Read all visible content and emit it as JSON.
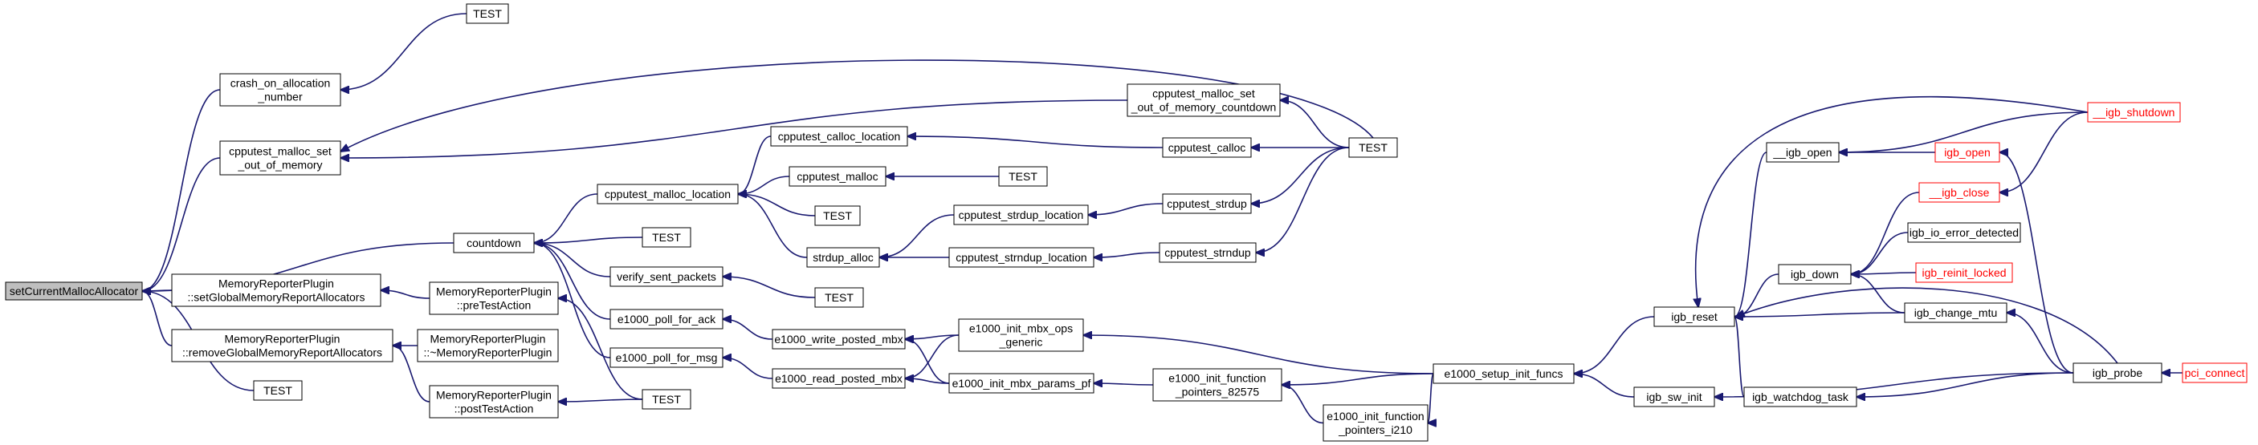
{
  "colors": {
    "edge": "#191970",
    "root_fill": "#bfbfbf",
    "truncated_border": "#ff0000",
    "node_border": "#000000"
  },
  "nodes": [
    {
      "id": "setCurrentMallocAllocator",
      "lines": [
        "setCurrentMallocAllocator"
      ],
      "kind": "root"
    },
    {
      "id": "crash_on_allocation_number",
      "lines": [
        "crash_on_allocation",
        "_number"
      ]
    },
    {
      "id": "test_1",
      "lines": [
        "TEST"
      ]
    },
    {
      "id": "cpputest_malloc_set_out_of_memory",
      "lines": [
        "cpputest_malloc_set",
        "_out_of_memory"
      ]
    },
    {
      "id": "cpputest_malloc_set_out_of_memory_countdown",
      "lines": [
        "cpputest_malloc_set",
        "_out_of_memory_countdown"
      ]
    },
    {
      "id": "test_big",
      "lines": [
        "TEST"
      ]
    },
    {
      "id": "cpputest_calloc_location",
      "lines": [
        "cpputest_calloc_location"
      ]
    },
    {
      "id": "cpputest_calloc",
      "lines": [
        "cpputest_calloc"
      ]
    },
    {
      "id": "cpputest_malloc_location",
      "lines": [
        "cpputest_malloc_location"
      ]
    },
    {
      "id": "cpputest_malloc",
      "lines": [
        "cpputest_malloc"
      ]
    },
    {
      "id": "test_2",
      "lines": [
        "TEST"
      ]
    },
    {
      "id": "test_3",
      "lines": [
        "TEST"
      ]
    },
    {
      "id": "cpputest_strdup",
      "lines": [
        "cpputest_strdup"
      ]
    },
    {
      "id": "cpputest_strdup_location",
      "lines": [
        "cpputest_strdup_location"
      ]
    },
    {
      "id": "strdup_alloc",
      "lines": [
        "strdup_alloc"
      ]
    },
    {
      "id": "cpputest_strndup_location",
      "lines": [
        "cpputest_strndup_location"
      ]
    },
    {
      "id": "cpputest_strndup",
      "lines": [
        "cpputest_strndup"
      ]
    },
    {
      "id": "countdown",
      "lines": [
        "countdown"
      ]
    },
    {
      "id": "test_4",
      "lines": [
        "TEST"
      ]
    },
    {
      "id": "verify_sent_packets",
      "lines": [
        "verify_sent_packets"
      ]
    },
    {
      "id": "test_5",
      "lines": [
        "TEST"
      ]
    },
    {
      "id": "e1000_poll_for_ack",
      "lines": [
        "e1000_poll_for_ack"
      ]
    },
    {
      "id": "e1000_write_posted_mbx",
      "lines": [
        "e1000_write_posted_mbx"
      ]
    },
    {
      "id": "e1000_init_mbx_ops_generic",
      "lines": [
        "e1000_init_mbx_ops",
        "_generic"
      ]
    },
    {
      "id": "e1000_poll_for_msg",
      "lines": [
        "e1000_poll_for_msg"
      ]
    },
    {
      "id": "e1000_read_posted_mbx",
      "lines": [
        "e1000_read_posted_mbx"
      ]
    },
    {
      "id": "e1000_init_mbx_params_pf",
      "lines": [
        "e1000_init_mbx_params_pf"
      ]
    },
    {
      "id": "e1000_init_function_pointers_82575",
      "lines": [
        "e1000_init_function",
        "_pointers_82575"
      ]
    },
    {
      "id": "e1000_init_function_pointers_i210",
      "lines": [
        "e1000_init_function",
        "_pointers_i210"
      ]
    },
    {
      "id": "e1000_setup_init_funcs",
      "lines": [
        "e1000_setup_init_funcs"
      ]
    },
    {
      "id": "mrp_setGlobal",
      "lines": [
        "MemoryReporterPlugin",
        "::setGlobalMemoryReportAllocators"
      ]
    },
    {
      "id": "mrp_preTestAction",
      "lines": [
        "MemoryReporterPlugin",
        "::preTestAction"
      ]
    },
    {
      "id": "mrp_removeGlobal",
      "lines": [
        "MemoryReporterPlugin",
        "::removeGlobalMemoryReportAllocators"
      ]
    },
    {
      "id": "mrp_destructor",
      "lines": [
        "MemoryReporterPlugin",
        "::~MemoryReporterPlugin"
      ]
    },
    {
      "id": "mrp_postTestAction",
      "lines": [
        "MemoryReporterPlugin",
        "::postTestAction"
      ]
    },
    {
      "id": "test_6",
      "lines": [
        "TEST"
      ]
    },
    {
      "id": "test_7",
      "lines": [
        "TEST"
      ]
    },
    {
      "id": "igb_reset",
      "lines": [
        "igb_reset"
      ]
    },
    {
      "id": "igb_sw_init",
      "lines": [
        "igb_sw_init"
      ]
    },
    {
      "id": "__igb_open",
      "lines": [
        "__igb_open"
      ]
    },
    {
      "id": "igb_open",
      "lines": [
        "igb_open"
      ],
      "kind": "truncated"
    },
    {
      "id": "__igb_shutdown",
      "lines": [
        "__igb_shutdown"
      ],
      "kind": "truncated"
    },
    {
      "id": "__igb_close",
      "lines": [
        "__igb_close"
      ],
      "kind": "truncated"
    },
    {
      "id": "igb_down",
      "lines": [
        "igb_down"
      ]
    },
    {
      "id": "igb_io_error_detected",
      "lines": [
        "igb_io_error_detected"
      ]
    },
    {
      "id": "igb_reinit_locked",
      "lines": [
        "igb_reinit_locked"
      ],
      "kind": "truncated"
    },
    {
      "id": "igb_change_mtu",
      "lines": [
        "igb_change_mtu"
      ]
    },
    {
      "id": "igb_watchdog_task",
      "lines": [
        "igb_watchdog_task"
      ]
    },
    {
      "id": "igb_probe",
      "lines": [
        "igb_probe"
      ]
    },
    {
      "id": "pci_connect",
      "lines": [
        "pci_connect"
      ],
      "kind": "truncated"
    }
  ],
  "edges": [
    {
      "from": "crash_on_allocation_number",
      "to": "setCurrentMallocAllocator"
    },
    {
      "from": "cpputest_malloc_set_out_of_memory",
      "to": "setCurrentMallocAllocator"
    },
    {
      "from": "countdown",
      "to": "setCurrentMallocAllocator"
    },
    {
      "from": "mrp_setGlobal",
      "to": "setCurrentMallocAllocator"
    },
    {
      "from": "mrp_removeGlobal",
      "to": "setCurrentMallocAllocator"
    },
    {
      "from": "test_7",
      "to": "setCurrentMallocAllocator"
    },
    {
      "from": "test_1",
      "to": "crash_on_allocation_number"
    },
    {
      "from": "test_big",
      "to": "cpputest_malloc_set_out_of_memory"
    },
    {
      "from": "cpputest_malloc_set_out_of_memory_countdown",
      "to": "cpputest_malloc_set_out_of_memory"
    },
    {
      "from": "test_big",
      "to": "cpputest_malloc_set_out_of_memory_countdown"
    },
    {
      "from": "cpputest_malloc_location",
      "to": "countdown"
    },
    {
      "from": "test_4",
      "to": "countdown"
    },
    {
      "from": "verify_sent_packets",
      "to": "countdown"
    },
    {
      "from": "e1000_poll_for_ack",
      "to": "countdown"
    },
    {
      "from": "e1000_poll_for_msg",
      "to": "countdown"
    },
    {
      "from": "cpputest_calloc_location",
      "to": "cpputest_malloc_location"
    },
    {
      "from": "cpputest_malloc",
      "to": "cpputest_malloc_location"
    },
    {
      "from": "test_3",
      "to": "cpputest_malloc_location"
    },
    {
      "from": "strdup_alloc",
      "to": "cpputest_malloc_location"
    },
    {
      "from": "cpputest_calloc",
      "to": "cpputest_calloc_location"
    },
    {
      "from": "test_big",
      "to": "cpputest_calloc"
    },
    {
      "from": "test_2",
      "to": "cpputest_malloc"
    },
    {
      "from": "cpputest_strdup_location",
      "to": "strdup_alloc"
    },
    {
      "from": "cpputest_strndup_location",
      "to": "strdup_alloc"
    },
    {
      "from": "cpputest_strdup",
      "to": "cpputest_strdup_location"
    },
    {
      "from": "cpputest_strndup",
      "to": "cpputest_strndup_location"
    },
    {
      "from": "test_big",
      "to": "cpputest_strdup"
    },
    {
      "from": "test_big",
      "to": "cpputest_strndup"
    },
    {
      "from": "test_5",
      "to": "verify_sent_packets"
    },
    {
      "from": "e1000_write_posted_mbx",
      "to": "e1000_poll_for_ack"
    },
    {
      "from": "e1000_read_posted_mbx",
      "to": "e1000_poll_for_msg"
    },
    {
      "from": "e1000_init_mbx_ops_generic",
      "to": "e1000_write_posted_mbx"
    },
    {
      "from": "e1000_init_mbx_params_pf",
      "to": "e1000_write_posted_mbx"
    },
    {
      "from": "e1000_init_mbx_ops_generic",
      "to": "e1000_read_posted_mbx"
    },
    {
      "from": "e1000_init_mbx_params_pf",
      "to": "e1000_read_posted_mbx"
    },
    {
      "from": "e1000_setup_init_funcs",
      "to": "e1000_init_mbx_ops_generic"
    },
    {
      "from": "e1000_init_function_pointers_82575",
      "to": "e1000_init_mbx_params_pf"
    },
    {
      "from": "e1000_setup_init_funcs",
      "to": "e1000_init_function_pointers_82575"
    },
    {
      "from": "e1000_init_function_pointers_i210",
      "to": "e1000_init_function_pointers_82575"
    },
    {
      "from": "e1000_setup_init_funcs",
      "to": "e1000_init_function_pointers_i210"
    },
    {
      "from": "igb_reset",
      "to": "e1000_setup_init_funcs"
    },
    {
      "from": "igb_sw_init",
      "to": "e1000_setup_init_funcs"
    },
    {
      "from": "mrp_preTestAction",
      "to": "mrp_setGlobal"
    },
    {
      "from": "test_6",
      "to": "mrp_preTestAction"
    },
    {
      "from": "mrp_destructor",
      "to": "mrp_removeGlobal"
    },
    {
      "from": "mrp_postTestAction",
      "to": "mrp_removeGlobal"
    },
    {
      "from": "test_6",
      "to": "mrp_postTestAction"
    },
    {
      "from": "__igb_open",
      "to": "igb_reset"
    },
    {
      "from": "__igb_shutdown",
      "to": "igb_reset"
    },
    {
      "from": "igb_down",
      "to": "igb_reset"
    },
    {
      "from": "igb_change_mtu",
      "to": "igb_reset"
    },
    {
      "from": "igb_watchdog_task",
      "to": "igb_reset"
    },
    {
      "from": "igb_probe",
      "to": "igb_reset"
    },
    {
      "from": "igb_open",
      "to": "__igb_open"
    },
    {
      "from": "__igb_shutdown",
      "to": "__igb_open"
    },
    {
      "from": "igb_probe",
      "to": "igb_open"
    },
    {
      "from": "__igb_close",
      "to": "igb_down"
    },
    {
      "from": "__igb_shutdown",
      "to": "__igb_close"
    },
    {
      "from": "igb_io_error_detected",
      "to": "igb_down"
    },
    {
      "from": "igb_reinit_locked",
      "to": "igb_down"
    },
    {
      "from": "igb_change_mtu",
      "to": "igb_down"
    },
    {
      "from": "igb_probe",
      "to": "igb_change_mtu"
    },
    {
      "from": "igb_probe",
      "to": "igb_watchdog_task"
    },
    {
      "from": "igb_probe",
      "to": "igb_sw_init"
    },
    {
      "from": "pci_connect",
      "to": "igb_probe"
    }
  ]
}
